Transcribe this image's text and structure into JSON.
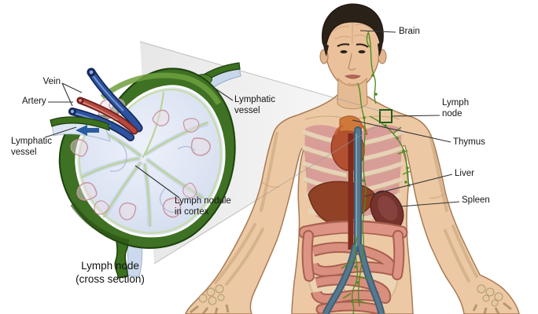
{
  "figure": {
    "type": "lymphatic-system-anatomy-diagram",
    "cross_section": {
      "caption": "Lymph node\n(cross section)",
      "labels": {
        "vein": "Vein",
        "artery": "Artery",
        "lymphatic_vessel_left": "Lymphatic\nvessel",
        "lymphatic_vessel_right": "Lymphatic\nvessel",
        "lymph_nodule": "Lymph nodule\nin cortex"
      }
    },
    "body": {
      "labels": {
        "brain": "Brain",
        "lymph_node": "Lymph\nnode",
        "thymus": "Thymus",
        "liver": "Liver",
        "spleen": "Spleen"
      }
    },
    "colors": {
      "capsule_green": "#3e7123",
      "capsule_dark": "#1e420e",
      "capsule_highlight": "#6f9f3d",
      "interior_blue": "#d9e1f1",
      "vein_blue": "#2d53a0",
      "artery_red": "#b5473c",
      "flow_arrow_blue": "#2b5c9e",
      "lymphatic_green": "#4c8a1f",
      "skin": "#ecc9a4",
      "highlight_box_green": "#1d5e1d",
      "leader_line": "#333333",
      "wedge_grey": "#e9e9e9"
    }
  }
}
